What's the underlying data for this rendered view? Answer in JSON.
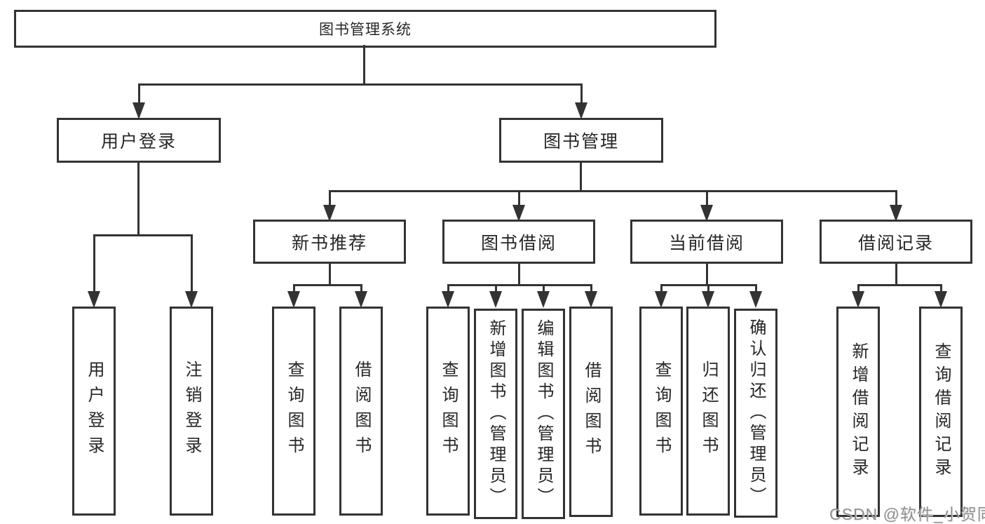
{
  "diagram_type": "tree",
  "tree": {
    "label": "图书管理系统",
    "children": [
      {
        "label": "用户登录",
        "children": [
          {
            "label": "用户登录"
          },
          {
            "label": "注销登录"
          }
        ]
      },
      {
        "label": "图书管理",
        "children": [
          {
            "label": "新书推荐",
            "children": [
              {
                "label": "查询图书"
              },
              {
                "label": "借阅图书"
              }
            ]
          },
          {
            "label": "图书借阅",
            "children": [
              {
                "label": "查询图书"
              },
              {
                "label": "新增图书（管理员）"
              },
              {
                "label": "编辑图书（管理员）"
              },
              {
                "label": "借阅图书"
              }
            ]
          },
          {
            "label": "当前借阅",
            "children": [
              {
                "label": "查询图书"
              },
              {
                "label": "归还图书"
              },
              {
                "label": "确认归还（管理员）"
              }
            ]
          },
          {
            "label": "借阅记录",
            "children": [
              {
                "label": "新增借阅记录"
              },
              {
                "label": "查询借阅记录"
              }
            ]
          }
        ]
      }
    ]
  },
  "watermark": "CSDN @软件_小贺同学",
  "colors": {
    "line": "#333333",
    "box_border": "#333333",
    "box_fill": "#ffffff",
    "text": "#262626",
    "watermark": "#919191",
    "background": "#ffffff"
  }
}
